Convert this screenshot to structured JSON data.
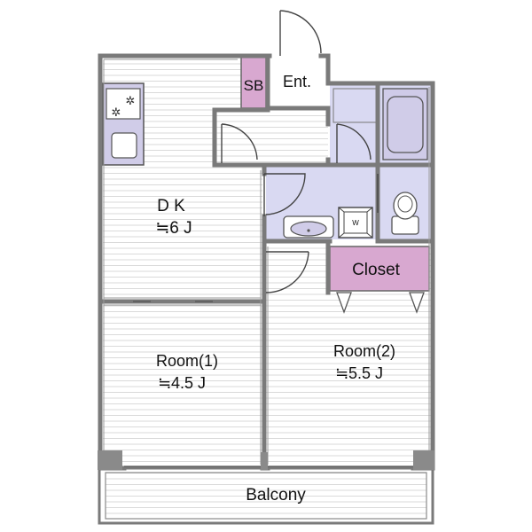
{
  "rooms": {
    "dk": {
      "name": "D K",
      "size": "≒6 J"
    },
    "room1": {
      "name": "Room(1)",
      "size": "≒4.5 J"
    },
    "room2": {
      "name": "Room(2)",
      "size": "≒5.5 J"
    },
    "closet": {
      "name": "Closet"
    },
    "balcony": {
      "name": "Balcony"
    },
    "entrance": {
      "name": "Ent."
    },
    "shoe_box": {
      "name": "SB"
    },
    "washer": {
      "name": "W"
    }
  },
  "colors": {
    "wall": "#7a7a7a",
    "floor_lines": "#d4d4d4",
    "wet_area": "#d9d9f2",
    "storage": "#d8a8d0",
    "fixture_fill": "#d0cce8"
  }
}
